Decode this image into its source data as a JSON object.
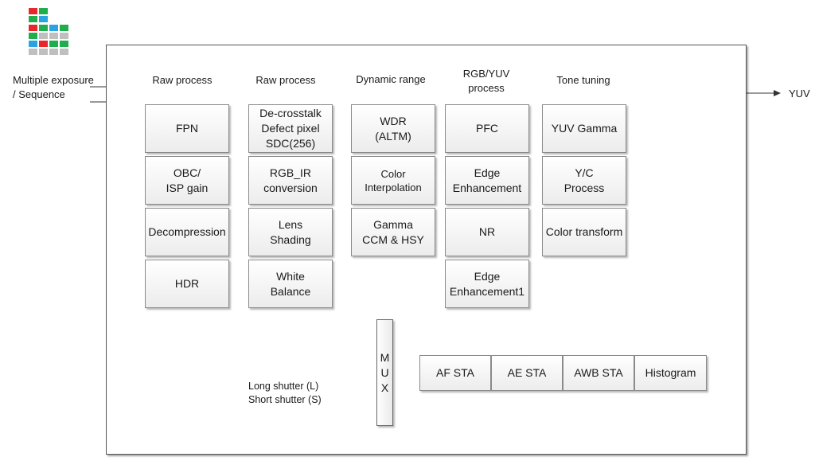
{
  "inputs": {
    "line1": "Multiple exposure",
    "line2": "/ Sequence"
  },
  "output": "YUV",
  "headers": [
    {
      "id": "raw1",
      "text": "Raw process"
    },
    {
      "id": "raw2",
      "text": "Raw process"
    },
    {
      "id": "dr",
      "text": "Dynamic range"
    },
    {
      "id": "rgb",
      "text": "RGB/YUV\nprocess"
    },
    {
      "id": "tone",
      "text": "Tone tuning"
    }
  ],
  "blocks": {
    "fpn": "FPN",
    "obc": "OBC/\nISP gain",
    "decompression": "Decompression",
    "hdr": "HDR",
    "decrosstalk": "De-crosstalk\nDefect pixel\nSDC(256)",
    "rgbir": "RGB_IR\nconversion",
    "lens": "Lens\nShading",
    "wb": "White\nBalance",
    "wdr": "WDR\n(ALTM)",
    "colorinterp": "Color\nInterpolation",
    "gamma": "Gamma\nCCM & HSY",
    "pfc": "PFC",
    "edge": "Edge\nEnhancement",
    "nr": "NR",
    "edge1": "Edge\nEnhancement1",
    "yuvgamma": "YUV Gamma",
    "ycprocess": "Y/C\nProcess",
    "colortransform": "Color transform"
  },
  "mux": {
    "letters": [
      "M",
      "U",
      "X"
    ]
  },
  "statistics": {
    "af": "AF STA",
    "ae": "AE STA",
    "awb": "AWB STA",
    "histogram": "Histogram"
  },
  "shutter": {
    "long": "Long shutter (L)",
    "short": "Short shutter (S)"
  },
  "colors": {
    "red": "#e8262b",
    "green": "#1fae4b",
    "blue": "#2aa4e0",
    "gray": "#bfbfbf",
    "line": "#333333"
  }
}
